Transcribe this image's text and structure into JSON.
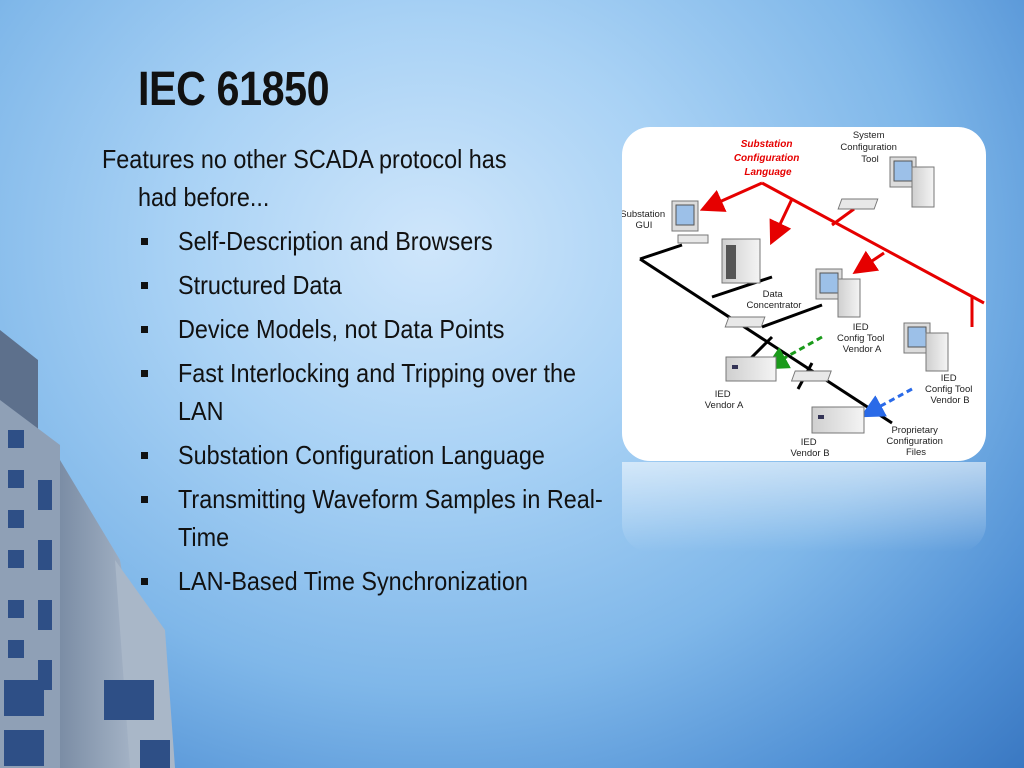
{
  "slide": {
    "title": "IEC 61850",
    "intro": "Features no other SCADA protocol has had before...",
    "bullets": [
      "Self-Description and Browsers",
      "Structured Data",
      "Device Models, not Data Points",
      "Fast Interlocking and Tripping over the LAN",
      "Substation Configuration Language",
      "Transmitting Waveform Samples in Real-Time",
      "LAN-Based Time Synchronization"
    ]
  },
  "diagram": {
    "scl_label": [
      "Substation",
      "Configuration",
      "Language"
    ],
    "system_config_tool": [
      "System",
      "Configuration",
      "Tool"
    ],
    "substation_gui": [
      "Substation",
      "GUI"
    ],
    "data_concentrator": [
      "Data",
      "Concentrator"
    ],
    "ied_config_a": [
      "IED",
      "Config Tool",
      "Vendor A"
    ],
    "ied_config_b": [
      "IED",
      "Config Tool",
      "Vendor B"
    ],
    "ied_vendor_a": [
      "IED",
      "Vendor A"
    ],
    "ied_vendor_b": [
      "IED",
      "Vendor B"
    ],
    "proprietary": [
      "Proprietary",
      "Configuration",
      "Files"
    ],
    "colors": {
      "scl_red": "#e60000",
      "green_dash": "#1a9a1a",
      "blue_dash": "#2a6ae8",
      "bus": "#000000"
    }
  }
}
